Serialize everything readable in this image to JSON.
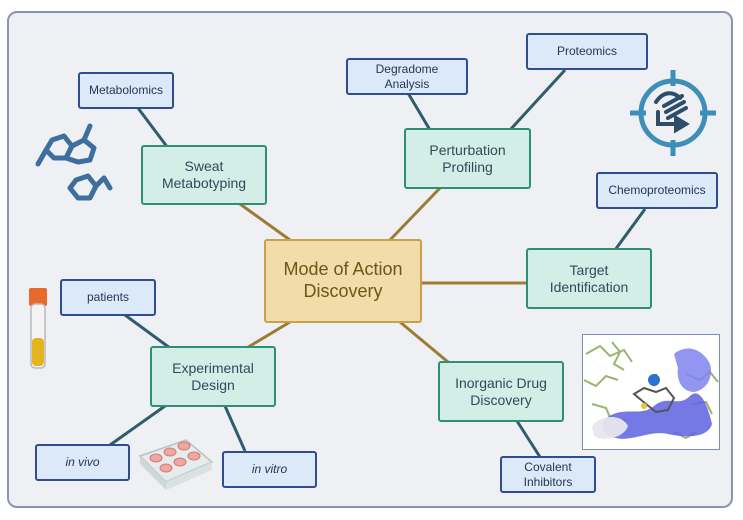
{
  "center": "Mode of Action\nDiscovery",
  "hubs": {
    "sweat": "Sweat\nMetabotyping",
    "perturbation": "Perturbation\nProfiling",
    "target": "Target\nIdentification",
    "inorganic": "Inorganic Drug\nDiscovery",
    "experimental": "Experimental\nDesign"
  },
  "leaves": {
    "metabolomics": "Metabolomics",
    "degradome": "Degradome\nAnalysis",
    "proteomics": "Proteomics",
    "chemoproteomics": "Chemoproteomics",
    "covalent": "Covalent\nInhibitors",
    "patients": "patients",
    "in_vivo": "in vivo",
    "in_vitro": "in vitro"
  },
  "colors": {
    "center_fill": "#f1dcaa",
    "hub_fill": "#d2eee6",
    "leaf_fill": "#dce9f8",
    "center_link": "#9c7b35",
    "leaf_link": "#2f5d6b"
  },
  "icons": [
    "molecule-structure-icon",
    "protein-target-icon",
    "blood-sample-tube-icon",
    "well-plate-icon",
    "protein-binding-surface-image"
  ]
}
